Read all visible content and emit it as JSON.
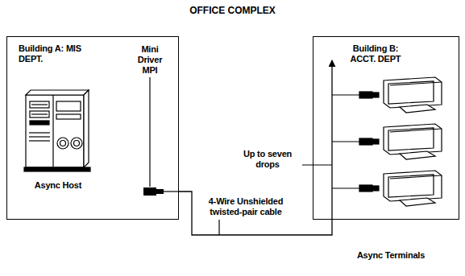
{
  "diagram": {
    "title": "OFFICE COMPLEX",
    "nodes": [
      {
        "text": [
          "Building A: MIS DEPT."
        ]
      },
      {
        "text": [
          "Building B: ACCT. DEPT"
        ]
      }
    ],
    "edges": [
      {
        "from": 0,
        "to": 1,
        "arrow": "to"
      }
    ],
    "labels": [
      "Mini Driver MPI",
      "Async Host",
      "Up to seven drops",
      "4-Wire Unshielded twisted-pair cable",
      "Async Terminals"
    ]
  }
}
